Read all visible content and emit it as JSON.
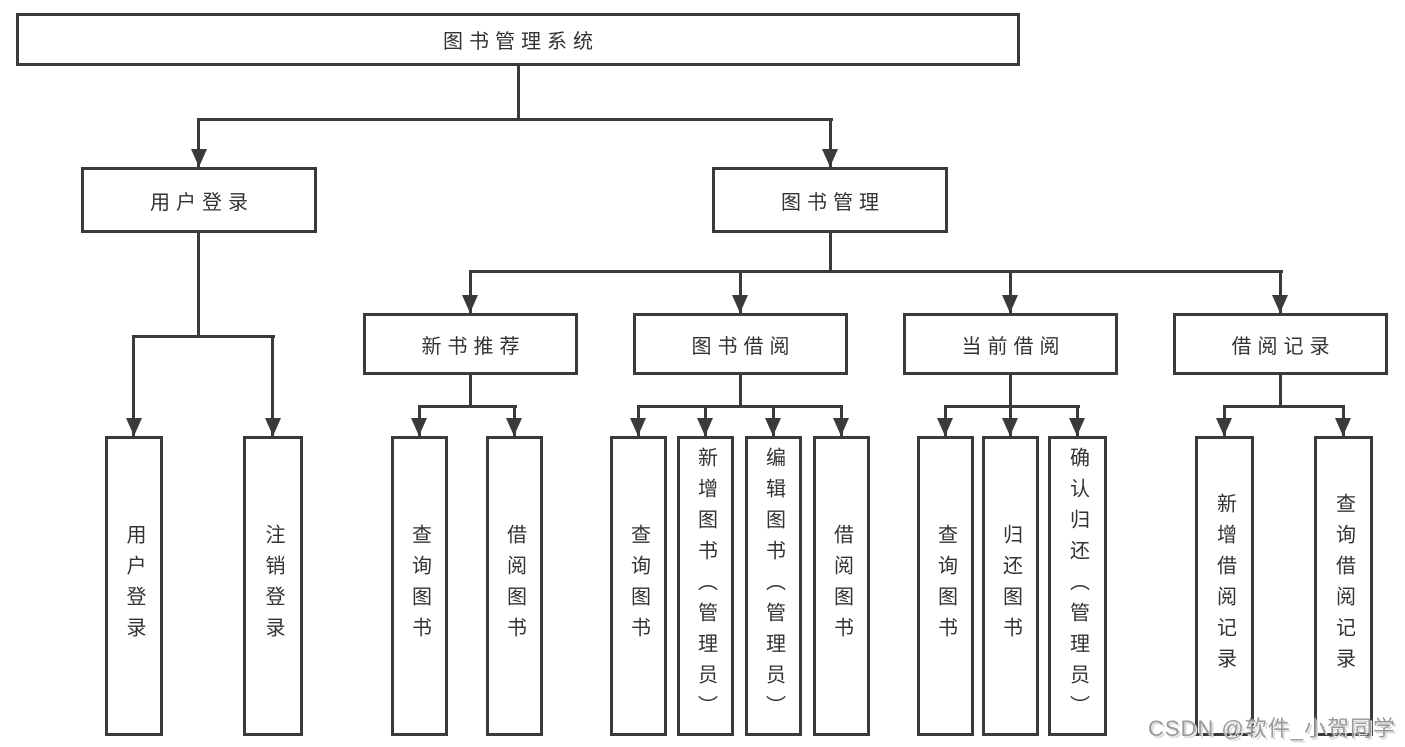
{
  "diagram": {
    "tree": {
      "label": "图书管理系统",
      "children": [
        {
          "label": "用户登录",
          "children": [
            {
              "label": "用户登录"
            },
            {
              "label": "注销登录"
            }
          ]
        },
        {
          "label": "图书管理",
          "children": [
            {
              "label": "新书推荐",
              "children": [
                {
                  "label": "查询图书"
                },
                {
                  "label": "借阅图书"
                }
              ]
            },
            {
              "label": "图书借阅",
              "children": [
                {
                  "label": "查询图书"
                },
                {
                  "label": "新增图书（管理员）"
                },
                {
                  "label": "编辑图书（管理员）"
                },
                {
                  "label": "借阅图书"
                }
              ]
            },
            {
              "label": "当前借阅",
              "children": [
                {
                  "label": "查询图书"
                },
                {
                  "label": "归还图书"
                },
                {
                  "label": "确认归还（管理员）"
                }
              ]
            },
            {
              "label": "借阅记录",
              "children": [
                {
                  "label": "新增借阅记录"
                },
                {
                  "label": "查询借阅记录"
                }
              ]
            }
          ]
        }
      ]
    },
    "colors": {
      "line": "#3a3a3a",
      "box_border": "#3a3a3a",
      "text": "#333333",
      "background": "#ffffff",
      "watermark": "#9a9a9a"
    }
  },
  "watermark": {
    "text": "CSDN @软件_小贺同学"
  }
}
